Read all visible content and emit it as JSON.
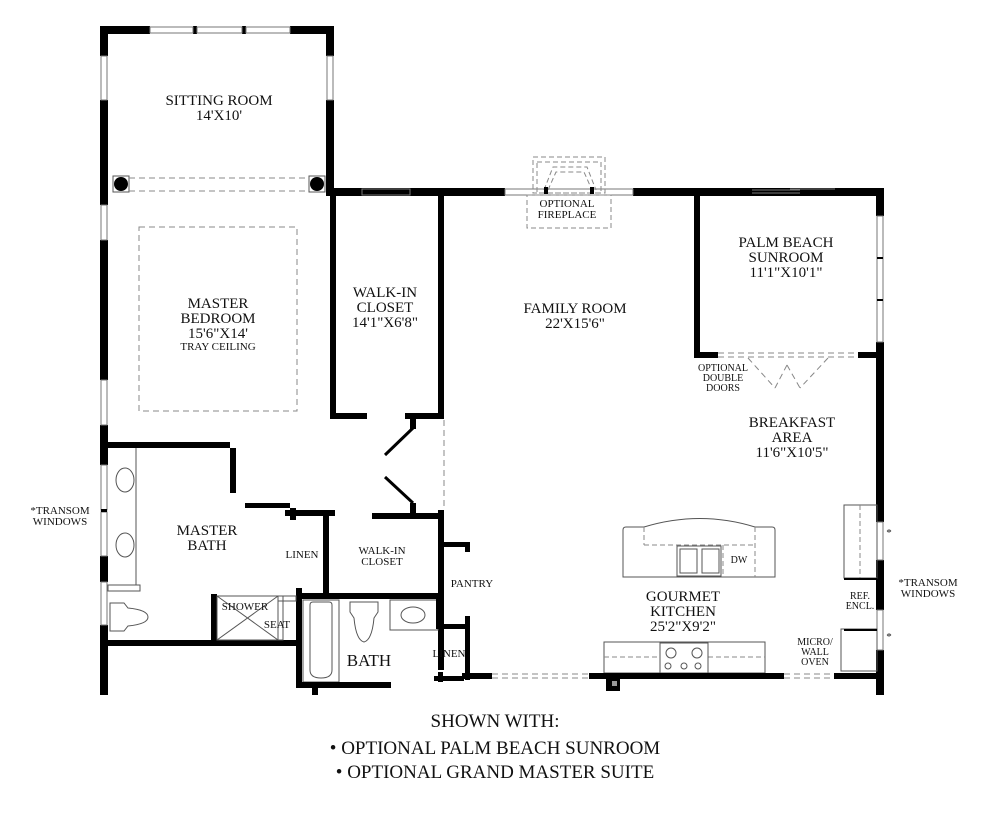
{
  "plan": {
    "rooms": {
      "sitting_room": {
        "name": "SITTING ROOM",
        "size": "14'X10'"
      },
      "master_bedroom": {
        "name_1": "MASTER",
        "name_2": "BEDROOM",
        "size": "15'6\"X14'",
        "note": "TRAY CEILING"
      },
      "walk_in_closet_main": {
        "name_1": "WALK-IN",
        "name_2": "CLOSET",
        "size": "14'1\"X6'8\""
      },
      "family_room": {
        "name": "FAMILY ROOM",
        "size": "22'X15'6\""
      },
      "optional_fireplace": {
        "line_1": "OPTIONAL",
        "line_2": "FIREPLACE"
      },
      "sunroom": {
        "name_1": "PALM BEACH",
        "name_2": "SUNROOM",
        "size": "11'1\"X10'1\""
      },
      "optional_double_doors": {
        "line_1": "OPTIONAL",
        "line_2": "DOUBLE",
        "line_3": "DOORS"
      },
      "breakfast_area": {
        "name_1": "BREAKFAST",
        "name_2": "AREA",
        "size": "11'6\"X10'5\""
      },
      "master_bath": {
        "name_1": "MASTER",
        "name_2": "BATH"
      },
      "linen_1": {
        "name": "LINEN"
      },
      "walk_in_closet_small": {
        "name_1": "WALK-IN",
        "name_2": "CLOSET"
      },
      "pantry": {
        "name": "PANTRY"
      },
      "shower": {
        "name": "SHOWER"
      },
      "seat": {
        "name": "SEAT"
      },
      "bath": {
        "name": "BATH"
      },
      "linen_2": {
        "name": "LINEN"
      },
      "gourmet_kitchen": {
        "name_1": "GOURMET",
        "name_2": "KITCHEN",
        "size": "25'2\"X9'2\""
      },
      "dw": {
        "name": "DW"
      },
      "ref_encl": {
        "line_1": "REF.",
        "line_2": "ENCL."
      },
      "micro_wall_oven": {
        "line_1": "MICRO/",
        "line_2": "WALL",
        "line_3": "OVEN"
      }
    },
    "notes": {
      "transom_left": {
        "line_1": "*TRANSOM",
        "line_2": "WINDOWS"
      },
      "transom_right": {
        "line_1": "*TRANSOM",
        "line_2": "WINDOWS"
      },
      "asterisk": "*"
    }
  },
  "footer": {
    "heading": "SHOWN WITH:",
    "items": [
      "• OPTIONAL PALM BEACH SUNROOM",
      "• OPTIONAL GRAND MASTER SUITE"
    ]
  },
  "colors": {
    "wall": "#000000",
    "fixture_line": "#555555",
    "dashed_line": "#888888",
    "background": "#ffffff"
  }
}
